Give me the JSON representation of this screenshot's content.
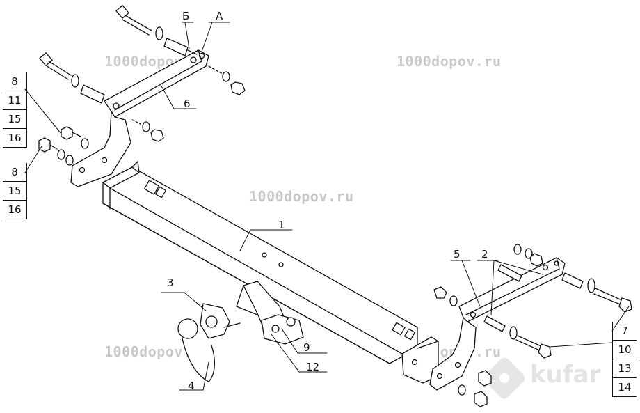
{
  "watermarks": [
    "1000dopov.ru",
    "1000dopov.ru",
    "1000dopov.ru",
    "1000dopov.ru",
    "1000dopov.ru"
  ],
  "kufar_logo": "kufar",
  "labels": {
    "b": "Б",
    "a": "А",
    "n6": "6",
    "n1": "1",
    "n3": "3",
    "n4": "4",
    "n9": "9",
    "n12": "12",
    "n5": "5",
    "n2": "2"
  },
  "stack_top_left": [
    "8",
    "11",
    "15",
    "16"
  ],
  "stack_mid_left": [
    "8",
    "15",
    "16"
  ],
  "stack_right": [
    "7",
    "10",
    "13",
    "14"
  ]
}
